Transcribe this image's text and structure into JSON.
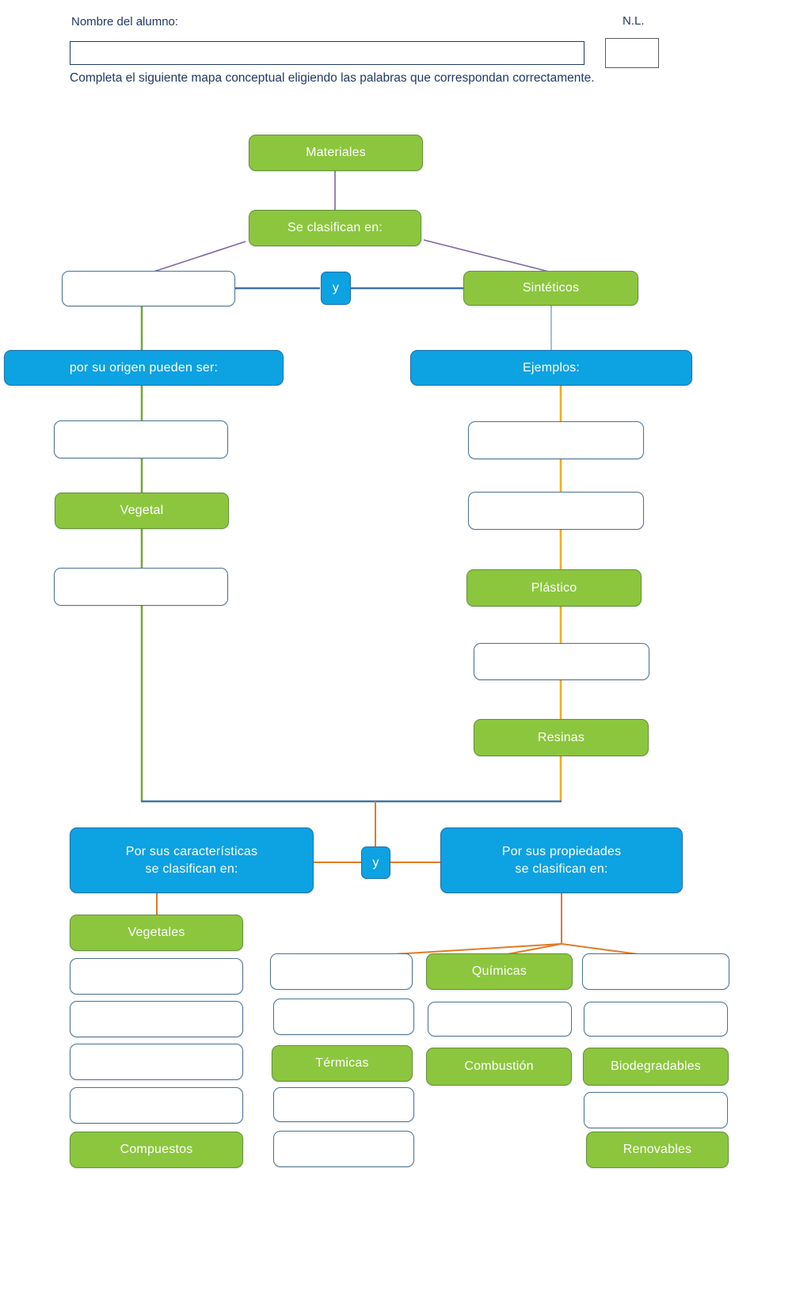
{
  "header": {
    "name_label": "Nombre del alumno:",
    "nl_label": "N.L.",
    "name_value": "",
    "nl_value": "",
    "name_placeholder": "",
    "instruction": "Completa el siguiente mapa conceptual eligiendo las palabras que correspondan correctamente."
  },
  "colors": {
    "green": "#8CC63E",
    "green_border": "#63903B",
    "blue": "#0DA2E2",
    "blue_border": "#1F6FA8",
    "blank_border": "#4A7294",
    "line_purple": "#8064A2",
    "line_blue": "#4472A8",
    "line_green": "#76A83C",
    "line_orange": "#E07B27",
    "line_yellow": "#F3AE1B",
    "text_dark_blue": "#1F3864"
  },
  "map": {
    "root": "Materiales",
    "classify": "Se clasifican en:",
    "and_1": "y",
    "and_2": "y",
    "left_branch_blank": "",
    "right_branch": "Sintéticos",
    "origin_header": "por su origen pueden  ser:",
    "examples_header": "Ejemplos:",
    "origin_items": [
      "",
      "Vegetal",
      ""
    ],
    "examples_items": [
      "",
      "",
      "Plástico",
      "",
      "Resinas"
    ],
    "characteristics_header_line1": "Por sus características",
    "characteristics_header_line2": "se clasifican en:",
    "properties_header_line1": "Por sus propiedades",
    "properties_header_line2": "se clasifican en:",
    "column_1": [
      "Vegetales",
      "",
      "",
      "",
      "",
      "Compuestos"
    ],
    "column_2": [
      "",
      "",
      "Térmicas",
      "",
      ""
    ],
    "column_3": [
      "Químicas",
      "",
      "Combustión"
    ],
    "column_4": [
      "",
      "",
      "Biodegradables",
      "",
      "Renovables"
    ]
  }
}
